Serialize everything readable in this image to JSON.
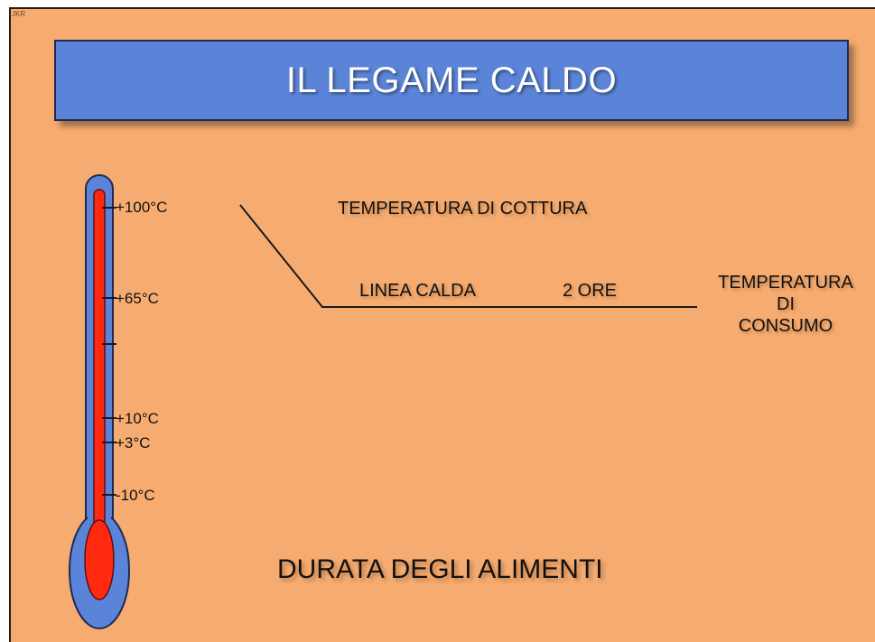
{
  "slide": {
    "author_mark": "JKR",
    "title": "IL LEGAME CALDO",
    "thermometer": {
      "ticks": [
        "+100°C",
        "+65°C",
        "+10°C",
        "+3°C",
        "-10°C"
      ]
    },
    "labels": {
      "cooking_temp": "TEMPERATURA DI COTTURA",
      "hot_line": "LINEA CALDA",
      "duration": "2 ORE",
      "consumption_temp": [
        "TEMPERATURA",
        "DI",
        "CONSUMO"
      ]
    },
    "footer": "DURATA DEGLI ALIMENTI",
    "colors": {
      "background": "#f6ac70",
      "title_box": "#5b84d8",
      "thermometer_glass": "#5b84d8",
      "mercury": "#ff2a10"
    }
  }
}
